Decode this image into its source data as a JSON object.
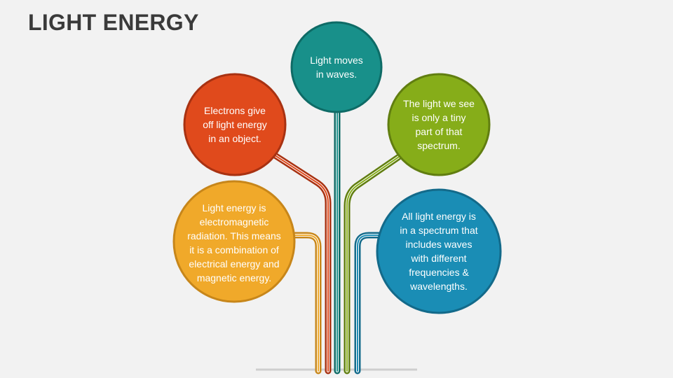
{
  "title": "LIGHT ENERGY",
  "nodes": [
    {
      "id": "top",
      "text": "Light moves\nin waves.",
      "fill": "#18908a",
      "stroke": "#0e6b66"
    },
    {
      "id": "upper-left",
      "text": "Electrons give\noff light energy\nin an object.",
      "fill": "#e04a1c",
      "stroke": "#a83212"
    },
    {
      "id": "upper-right",
      "text": "The light we see\nis only a tiny\npart of that\nspectrum.",
      "fill": "#86ad19",
      "stroke": "#617e10"
    },
    {
      "id": "lower-left",
      "text": "Light energy is\nelectromagnetic\nradiation. This means\nit is a combination of\nelectrical energy and\nmagnetic energy.",
      "fill": "#f0a92a",
      "stroke": "#c7861a"
    },
    {
      "id": "lower-right",
      "text": "All light energy is\nin a spectrum that\nincludes waves\nwith different\nfrequencies &\nwavelengths.",
      "fill": "#1a8db5",
      "stroke": "#136a8a"
    }
  ]
}
